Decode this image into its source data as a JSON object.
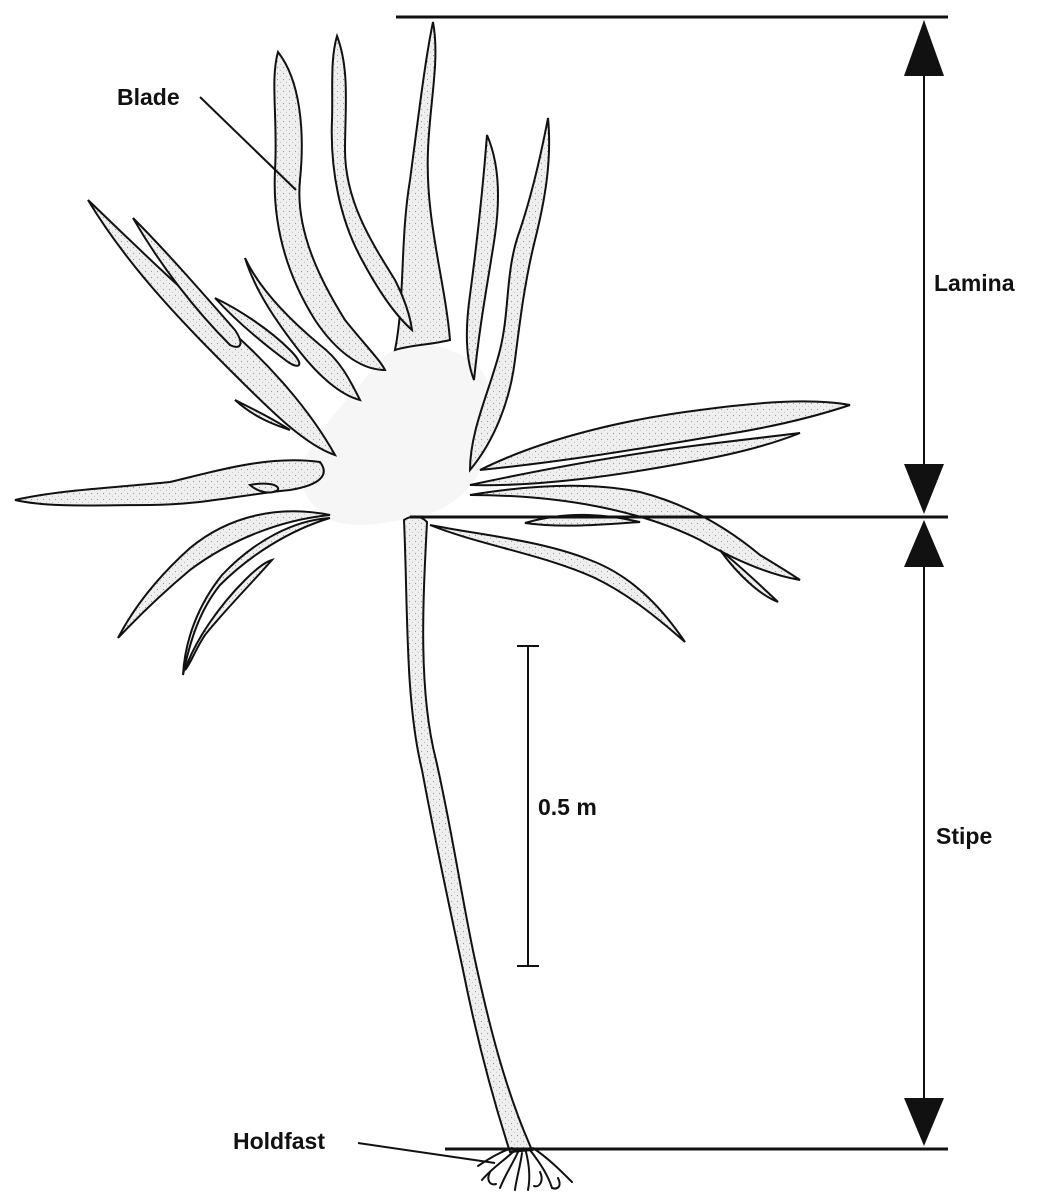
{
  "labels": {
    "blade": "Blade",
    "lamina": "Lamina",
    "stipe": "Stipe",
    "scale_bar": "0.5 m",
    "holdfast": "Holdfast"
  },
  "colors": {
    "ink": "#111111",
    "blade_fill": "#eeeeee",
    "center_fill": "#f6f6f6",
    "background": "#ffffff"
  }
}
